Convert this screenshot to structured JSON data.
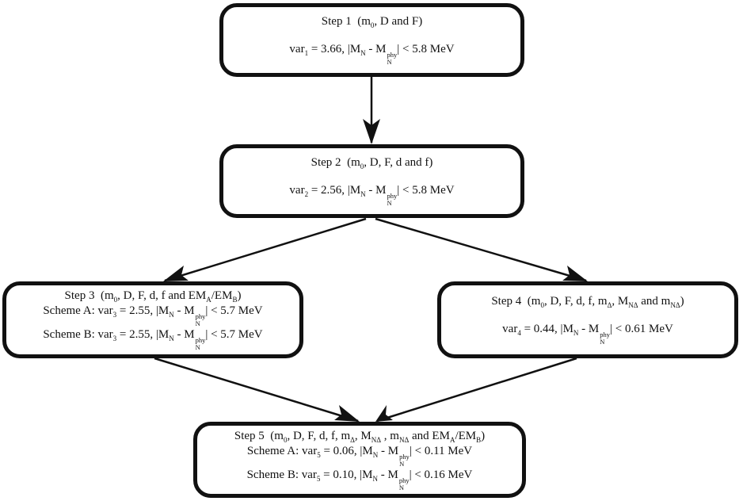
{
  "steps": {
    "step1": {
      "title": "Step 1",
      "params": {
        "m": "m",
        "m_sub": "0",
        "rest": ", D and F)"
      },
      "var_result": {
        "label": "var",
        "sub": "1",
        "value": " = 3.66, ",
        "cond": " < 5.8 MeV"
      }
    },
    "step2": {
      "title": "Step 2",
      "params": {
        "m": "m",
        "m_sub": "0",
        "rest": ", D, F, d and f)"
      },
      "var_result": {
        "label": "var",
        "sub": "2",
        "value": " = 2.56, ",
        "cond": " < 5.8 MeV"
      }
    },
    "step3": {
      "title": "Step 3",
      "params": {
        "m": "m",
        "m_sub": "0",
        "rest": ", D, F, d, f and EM",
        "sub_a": "A",
        "slash": "/EM",
        "sub_b": "B",
        "close": ")"
      },
      "scheme_a": {
        "label": "Scheme A: var",
        "sub": "3",
        "value": " = 2.55, ",
        "cond": " < 5.7 MeV"
      },
      "scheme_b": {
        "label": "Scheme B: var",
        "sub": "3",
        "value": " = 2.55, ",
        "cond": " < 5.7 MeV"
      }
    },
    "step4": {
      "title": "Step 4",
      "params": {
        "m": "m",
        "m_sub": "0",
        "part1": ", D, F, d, f, m",
        "sub_delta": "Δ",
        "part2": ", M",
        "sub_nd": "NΔ",
        "part3": " and m",
        "sub_nd2": "NΔ",
        "close": ")"
      },
      "var_result": {
        "label": "var",
        "sub": "4",
        "value": " = 0.44, ",
        "cond": " < 0.61 MeV"
      }
    },
    "step5": {
      "title": "Step 5",
      "params": {
        "m": "m",
        "m_sub": "0",
        "part1": ", D, F, d, f, m",
        "sub_delta": "Δ",
        "part2": ", M",
        "sub_nd": "NΔ",
        "part3": " , m",
        "sub_nd2": "NΔ",
        "part4": " and EM",
        "sub_a": "A",
        "slash": "/EM",
        "sub_b": "B",
        "close": ")"
      },
      "scheme_a": {
        "label": "Scheme A: var",
        "sub": "5",
        "value": " = 0.06, ",
        "cond": " < 0.11 MeV"
      },
      "scheme_b": {
        "label": "Scheme B: var",
        "sub": "5",
        "value": " = 0.10, ",
        "cond": " < 0.16 MeV"
      }
    }
  },
  "mass_diff": {
    "bar": "|",
    "mn": "M",
    "mn_sub": "N",
    "minus": " - ",
    "mphy": "M",
    "phy_sup": "phy",
    "phy_sub": "N",
    "bar_close": "|"
  }
}
